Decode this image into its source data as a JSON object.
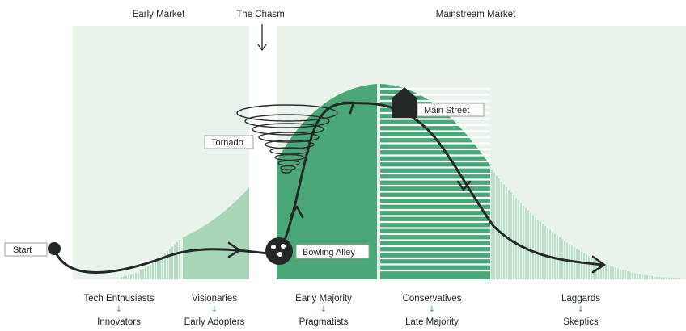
{
  "headers": {
    "early_market": "Early Market",
    "chasm": "The Chasm",
    "mainstream": "Mainstream Market"
  },
  "callouts": {
    "start": "Start",
    "tornado": "Tornado",
    "bowling_alley": "Bowling Alley",
    "main_street": "Main Street"
  },
  "segments": [
    {
      "top": "Tech Enthusiasts",
      "bottom": "Innovators"
    },
    {
      "top": "Visionaries",
      "bottom": "Early Adopters"
    },
    {
      "top": "Early Majority",
      "bottom": "Pragmatists"
    },
    {
      "top": "Conservatives",
      "bottom": "Late Majority"
    },
    {
      "top": "Laggards",
      "bottom": "Skeptics"
    }
  ],
  "arrow_glyph": "↓",
  "colors": {
    "panel": "#e9f3ec",
    "dark_green": "#4aa878",
    "mid_green": "#a9d6b9",
    "line_green": "#67b98c",
    "ink": "#232826"
  }
}
